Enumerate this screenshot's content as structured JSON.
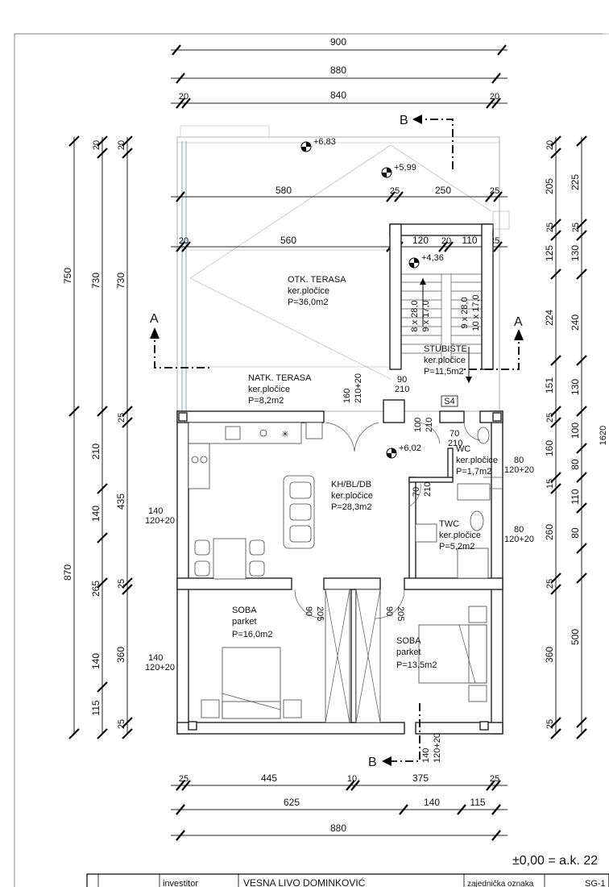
{
  "dimensions": {
    "top": [
      "900",
      "880",
      "20",
      "840",
      "20"
    ],
    "upper_row": [
      "580",
      "25",
      "250",
      "25"
    ],
    "terrace_row": [
      "20",
      "560",
      "25",
      "120",
      "20",
      "110",
      "25"
    ],
    "left_outer": [
      "20",
      "20",
      "750",
      "730",
      "730",
      "25",
      "210",
      "435",
      "140",
      "870",
      "25",
      "265",
      "140",
      "360",
      "115",
      "25"
    ],
    "right_outer": [
      "20",
      "205",
      "225",
      "25",
      "25",
      "125",
      "130",
      "224",
      "240",
      "151",
      "130",
      "25",
      "100",
      "160",
      "80",
      "15",
      "110",
      "80",
      "260",
      "25",
      "500",
      "360",
      "25",
      "1620"
    ],
    "bottom": [
      "25",
      "445",
      "10",
      "375",
      "25",
      "625",
      "140",
      "115",
      "880"
    ],
    "openings": [
      "140",
      "120+20",
      "140",
      "120+20",
      "80",
      "120+20",
      "80",
      "120+20",
      "160",
      "210+20",
      "90",
      "210",
      "100",
      "210",
      "70",
      "210",
      "70",
      "210",
      "90",
      "205",
      "90",
      "205",
      "140",
      "120+20"
    ],
    "stairs": [
      "8 x 28,0",
      "9 x 17,0",
      "9 x 28,0",
      "10 x 17,0"
    ]
  },
  "levels": [
    "+6,83",
    "+5,99",
    "+4,36",
    "+6,02"
  ],
  "rooms": [
    {
      "name": "OTK. TERASA",
      "finish": "ker.pločice",
      "area": "P=36,0m2"
    },
    {
      "name": "NATK. TERASA",
      "finish": "ker.pločice",
      "area": "P=8,2m2"
    },
    {
      "name": "STUBIŠTE",
      "finish": "ker.pločice",
      "area": "P=11,5m2"
    },
    {
      "name": "WC",
      "finish": "ker.pločice",
      "area": "P=1,7m2"
    },
    {
      "name": "KH/BL/DB",
      "finish": "ker.pločice",
      "area": "P=28,3m2"
    },
    {
      "name": "TWC",
      "finish": "ker.pločice",
      "area": "P=5,2m2"
    },
    {
      "name": "SOBA",
      "finish": "parket",
      "area": "P=16,0m2"
    },
    {
      "name": "SOBA",
      "finish": "parket",
      "area": "P=13,5m2"
    }
  ],
  "sections": {
    "a": "A",
    "b": "B"
  },
  "tag_s4": "S4",
  "elevation_note": "±0,00 = a.k. 22",
  "title_block": {
    "label_investitor": "investitor",
    "investitor": "VESNA LIVO DOMINKOVIĆ",
    "label_code": "zajednička oznaka",
    "code": "SG-1"
  }
}
